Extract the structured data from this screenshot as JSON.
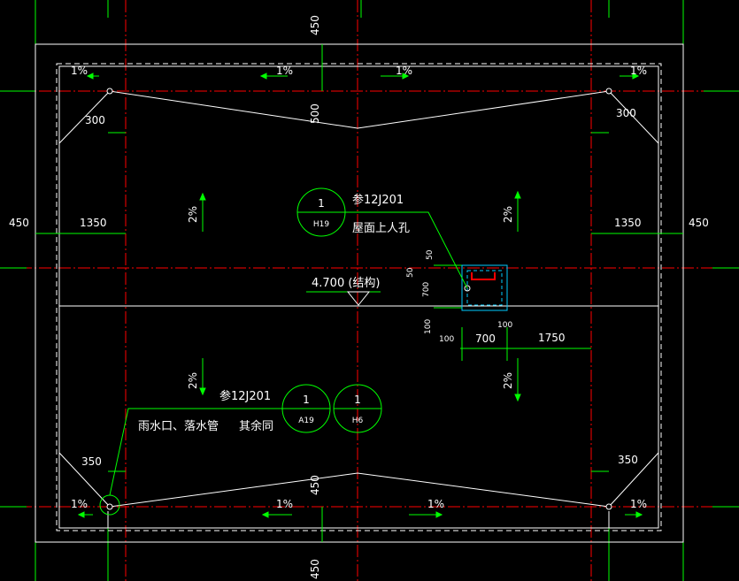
{
  "colors": {
    "background": "#000000",
    "axis_line": "#ff0000",
    "grid_line": "#00ff00",
    "outline": "#ffffff",
    "arrow": "#00ff00",
    "hatch_box": "#00ccff",
    "opening": "#ff0000"
  },
  "dimensions": {
    "top_450": "450",
    "bottom_450": "450",
    "left_450": "450",
    "right_450": "450",
    "left_1350": "1350",
    "right_1350": "1350",
    "top_500": "500",
    "top_left_300": "300",
    "top_right_300": "300",
    "bottom_left_350": "350",
    "bottom_right_350": "350",
    "bottom_center_450": "450",
    "hatch_50": "50",
    "hatch_50b": "50",
    "hatch_700": "700",
    "hatch_100a": "100",
    "hatch_100b": "100",
    "hatch_100c": "100",
    "hatch_700b": "700",
    "hatch_1750": "1750"
  },
  "slopes": {
    "top_1": "1%",
    "top_2": "1%",
    "top_3": "1%",
    "top_4": "1%",
    "bottom_1": "1%",
    "bottom_2": "1%",
    "bottom_3": "1%",
    "bottom_4": "1%",
    "left_upper": "2%",
    "right_upper": "2%",
    "left_lower": "2%",
    "right_lower": "2%"
  },
  "callouts": {
    "hatch_detail_number": "1",
    "hatch_detail_sheet": "H19",
    "hatch_ref": "参12J201",
    "hatch_label": "屋面上人孔",
    "drain_ref": "参12J201",
    "drain_label": "雨水口、落水管",
    "drain_note": "其余同",
    "drain_detail1_number": "1",
    "drain_detail1_sheet": "A19",
    "drain_detail2_number": "1",
    "drain_detail2_sheet": "H6"
  },
  "elevation": {
    "label": "4.700  (结构)"
  }
}
